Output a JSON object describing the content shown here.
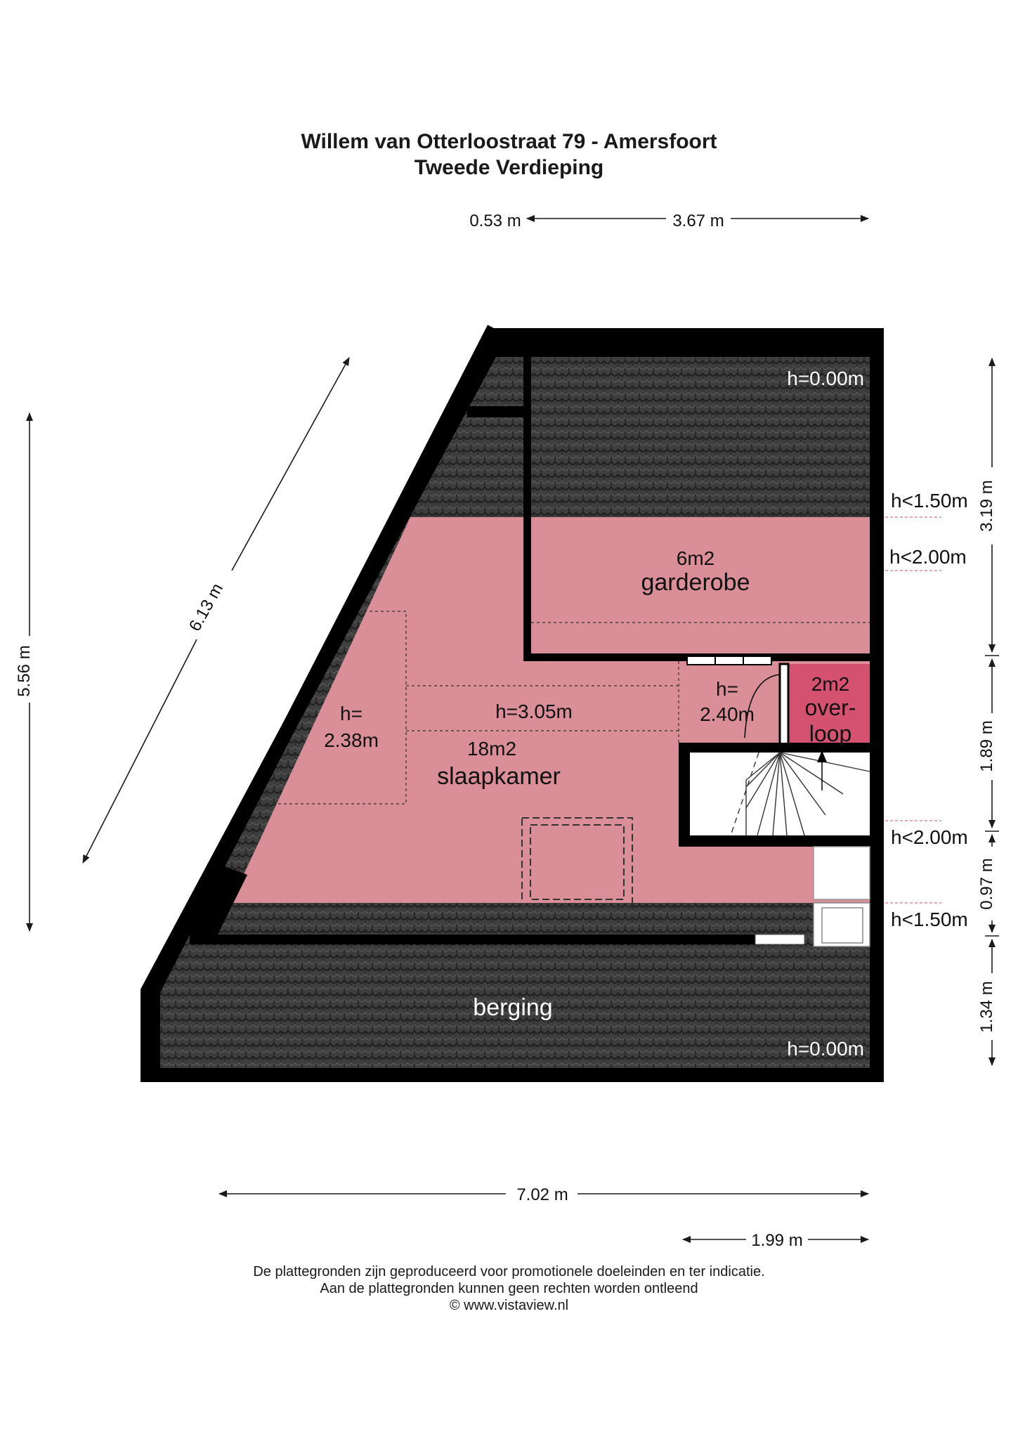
{
  "header": {
    "address": "Willem van Otterloostraat 79 - Amersfoort",
    "floor": "Tweede Verdieping"
  },
  "dimensions": {
    "top_offset": "0.53 m",
    "top_width": "3.67 m",
    "diagonal": "6.13 m",
    "left_height": "5.56 m",
    "right_top": "3.19 m",
    "right_middle": "1.89 m",
    "right_lower": "0.97 m",
    "right_bottom": "1.34 m",
    "bottom_width": "7.02 m",
    "bottom_partial": "1.99 m"
  },
  "heights": {
    "top_zero": "h=0.00m",
    "bottom_zero": "h=0.00m",
    "right_lt150_top": "h<1.50m",
    "right_lt200_top": "h<2.00m",
    "right_lt200_bottom": "h<2.00m",
    "right_lt150_bottom": "h<1.50m",
    "slaapkamer_center": "h=3.05m",
    "slaapkamer_left_1": "h=",
    "slaapkamer_left_2": "2.38m",
    "hall_1": "h=",
    "hall_2": "2.40m"
  },
  "rooms": {
    "garderobe": {
      "area": "6m2",
      "name": "garderobe"
    },
    "slaapkamer": {
      "area": "18m2",
      "name": "slaapkamer"
    },
    "overloop": {
      "area": "2m2",
      "name_1": "over-",
      "name_2": "loop"
    },
    "berging": {
      "name": "berging"
    }
  },
  "footer": {
    "line1": "De plattegronden zijn geproduceerd voor promotionele doeleinden en ter indicatie.",
    "line2": "Aan de plattegronden kunnen geen rechten worden ontleend",
    "line3": "© www.vistaview.nl"
  },
  "colors": {
    "room_pink": "#d98e98",
    "overloop_red": "#d45270",
    "wall": "#000000",
    "roof_tile": "#3d3d3d",
    "dim_line": "#1a1a1a"
  }
}
